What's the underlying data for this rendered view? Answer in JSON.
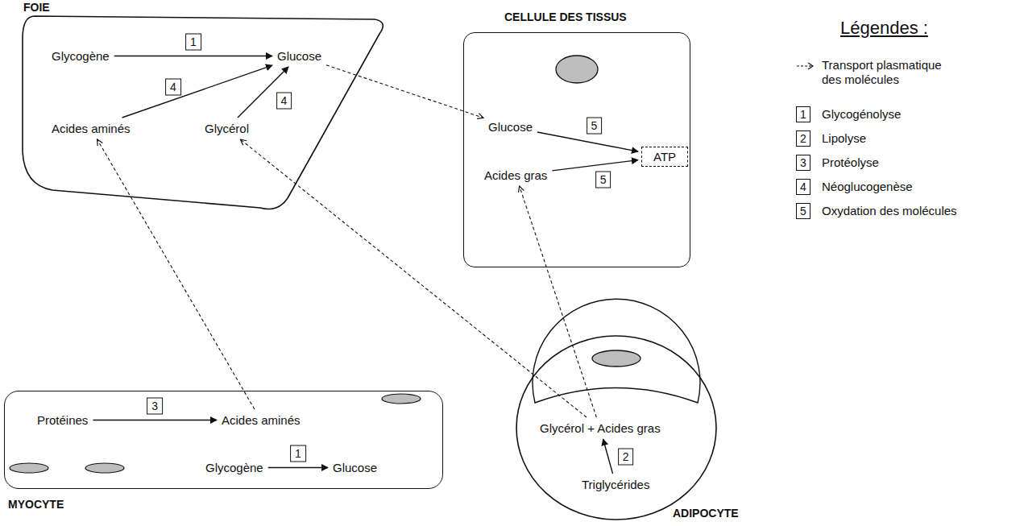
{
  "diagram": {
    "nodes": [
      {
        "text": [
          "FOIE"
        ]
      },
      {
        "text": [
          "Glycogène"
        ],
        "in": 0
      },
      {
        "text": [
          "Glucose"
        ],
        "in": 0
      },
      {
        "text": [
          "Acides aminés"
        ],
        "in": 0
      },
      {
        "text": [
          "Glycérol"
        ],
        "in": 0
      },
      {
        "text": [
          "CELLULE DES TISSUS"
        ]
      },
      {
        "text": [
          "Glucose"
        ],
        "in": 5
      },
      {
        "text": [
          "ATP"
        ],
        "in": 5
      },
      {
        "text": [
          "Acides gras"
        ],
        "in": 5
      },
      {
        "text": [
          "MYOCYTE"
        ]
      },
      {
        "text": [
          "Protéines"
        ],
        "in": 9
      },
      {
        "text": [
          "Acides aminés"
        ],
        "in": 9
      },
      {
        "text": [
          "Glycogène"
        ],
        "in": 9
      },
      {
        "text": [
          "Glucose"
        ],
        "in": 9
      },
      {
        "text": [
          "ADIPOCYTE"
        ]
      },
      {
        "text": [
          "Glycérol + Acides gras"
        ],
        "in": 14
      },
      {
        "text": [
          "Triglycérides"
        ],
        "in": 14
      }
    ],
    "edges": [
      {
        "from": 1,
        "to": 2,
        "label": "1",
        "arrow": "to"
      },
      {
        "from": 3,
        "to": 2,
        "label": "4",
        "arrow": "to"
      },
      {
        "from": 4,
        "to": 2,
        "label": "4",
        "arrow": "to"
      },
      {
        "from": 2,
        "to": 6,
        "arrow": "to"
      },
      {
        "from": 6,
        "to": 7,
        "label": "5",
        "arrow": "to"
      },
      {
        "from": 8,
        "to": 7,
        "label": "5",
        "arrow": "to"
      },
      {
        "from": 10,
        "to": 11,
        "label": "3",
        "arrow": "to"
      },
      {
        "from": 12,
        "to": 13,
        "label": "1",
        "arrow": "to"
      },
      {
        "from": 11,
        "to": 3,
        "arrow": "to"
      },
      {
        "from": 16,
        "to": 15,
        "label": "2",
        "arrow": "to"
      },
      {
        "from": 15,
        "to": 4,
        "arrow": "to"
      },
      {
        "from": 15,
        "to": 8,
        "arrow": "to"
      }
    ],
    "labels": [
      "Légendes :",
      "1",
      "2",
      "3",
      "4",
      "5"
    ],
    "legend": [
      {
        "text": "Transport plasmatique des molécules"
      },
      {
        "text": "Glycogénolyse"
      },
      {
        "text": "Lipolyse"
      },
      {
        "text": "Protéolyse"
      },
      {
        "text": "Néoglucogenèse"
      },
      {
        "text": "Oxydation des molécules"
      }
    ]
  }
}
